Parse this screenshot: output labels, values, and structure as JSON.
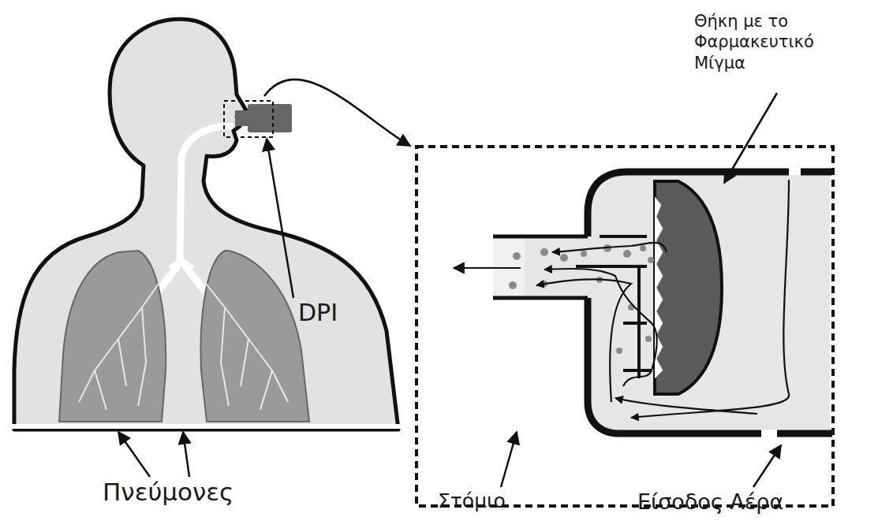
{
  "diagram": {
    "labels": [
      "Θήκη με το Φαρμακευτικό Μίγμα",
      "DPI",
      "Πνεύμονες",
      "Στόμιο",
      "Είσοδος Αέρα"
    ]
  }
}
